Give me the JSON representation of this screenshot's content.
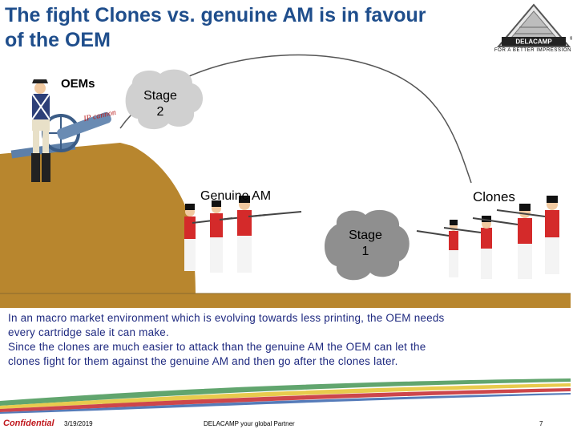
{
  "title_line1": "The fight Clones vs. genuine AM is in favour",
  "title_line2": "of the OEM",
  "logo": {
    "name": "DELACAMP",
    "tagline": "FOR A BETTER IMPRESSION"
  },
  "scene": {
    "oems_label": "OEMs",
    "cannon_label": "IP cannon",
    "stage2": [
      "Stage",
      "2"
    ],
    "stage1": [
      "Stage",
      "1"
    ],
    "genuine_label": "Genuine AM",
    "clones_label": "Clones"
  },
  "body": {
    "line1": "In an macro market environment which is evolving towards less printing, the OEM needs",
    "line2": "every cartridge sale it can make.",
    "line3": "Since the clones are much easier to attack than the genuine AM the OEM can let the",
    "line4": "clones fight for them against the genuine AM and then go after the clones later."
  },
  "footer": {
    "confidential": "Confidential",
    "date": "3/19/2019",
    "partner": "DELACAMP your global Partner",
    "page": "7"
  },
  "colors": {
    "title": "#1f4e8c",
    "body_text": "#1f2a80",
    "confidential": "#c0181e",
    "hill": "#b8862e"
  }
}
